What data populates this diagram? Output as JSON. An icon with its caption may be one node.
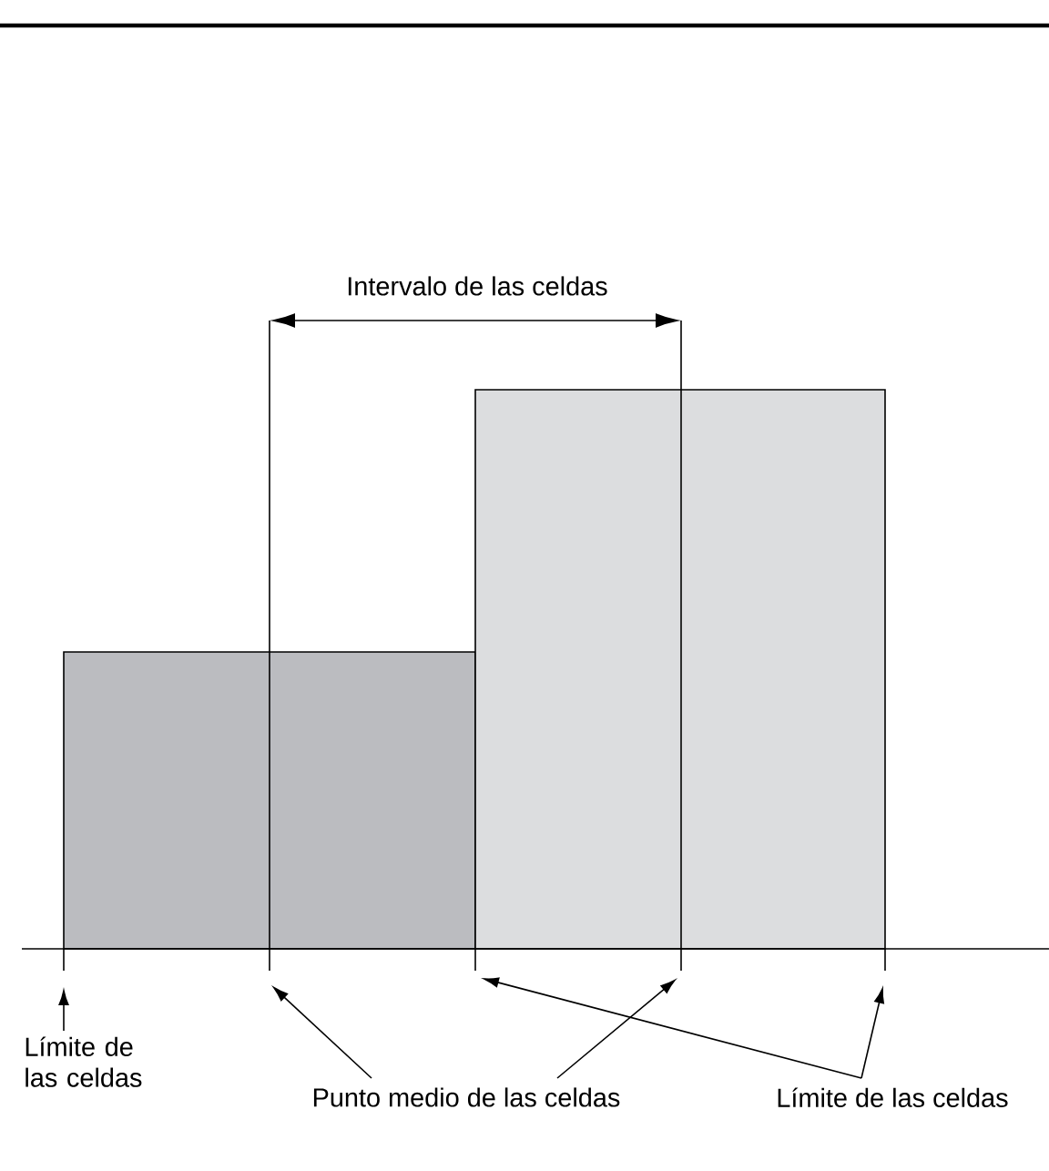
{
  "diagram": {
    "nodes": [
      {
        "text": [
          "Límite de las celdas"
        ]
      },
      {
        "text": [
          "Punto medio de las celdas"
        ]
      },
      {
        "text": [
          "Límite de las celdas"
        ]
      }
    ],
    "edges": [
      {
        "from": 0,
        "to": null,
        "arrow": "to"
      },
      {
        "from": 1,
        "to": null,
        "arrow": "to"
      },
      {
        "from": 1,
        "to": null,
        "arrow": "to"
      },
      {
        "from": 2,
        "to": null,
        "arrow": "to"
      },
      {
        "from": 2,
        "to": null,
        "arrow": "to"
      }
    ],
    "labels": [
      "Intervalo de las celdas"
    ]
  }
}
